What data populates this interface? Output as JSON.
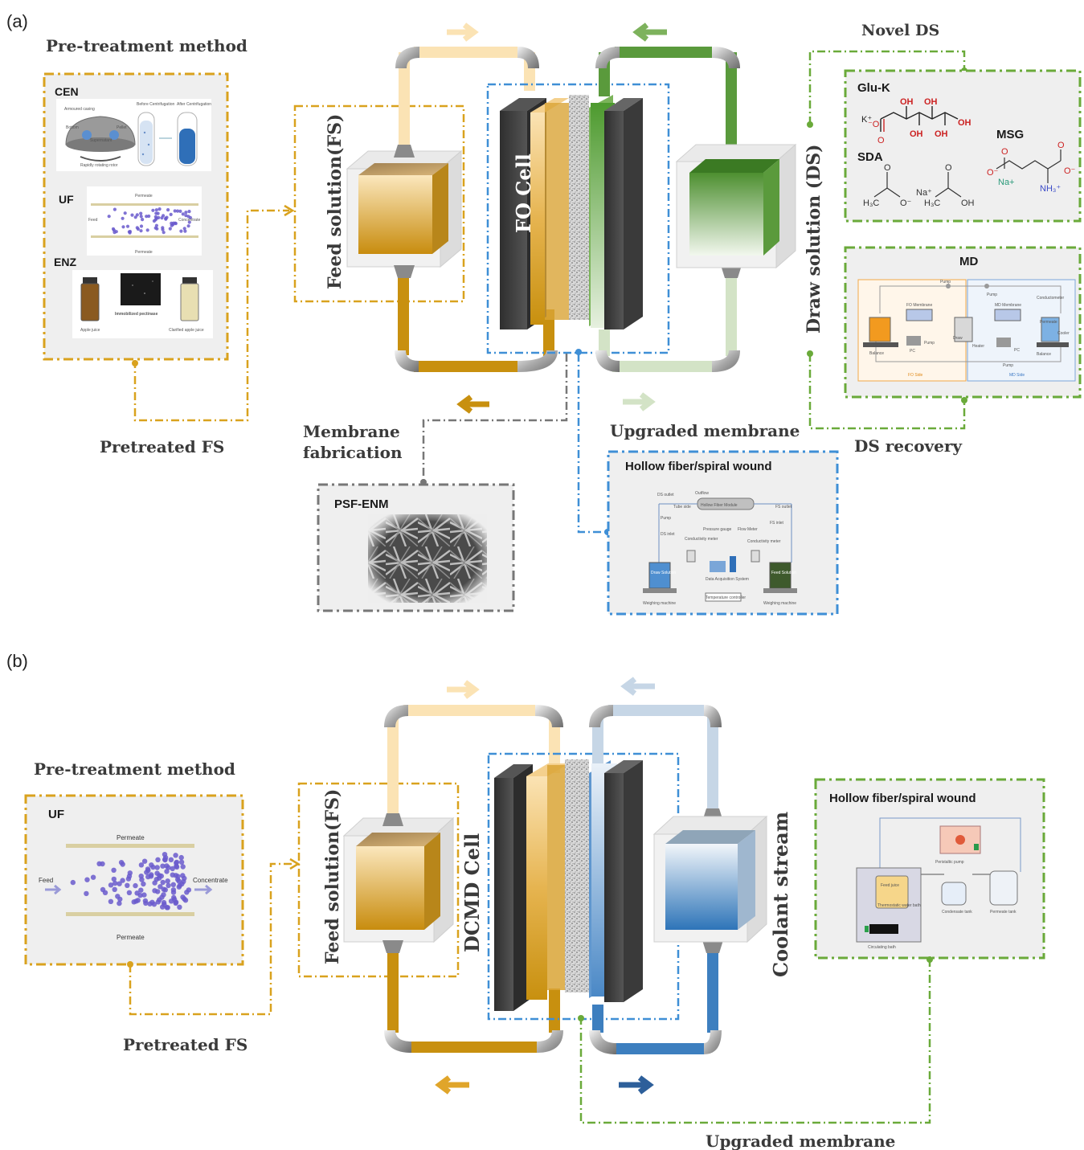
{
  "panel_a": {
    "label": "(a)",
    "pretreatment_title": "Pre-treatment method",
    "methods": {
      "cen": {
        "label": "CEN",
        "labels": [
          "Armoured casing",
          "Before Centrifugation",
          "After Centrifugation",
          "Bottom",
          "Supernatant",
          "Pellet",
          "Rapidly rotating rotor"
        ]
      },
      "uf": {
        "label": "UF",
        "permeate_top": "Permeate",
        "permeate_bottom": "Permeate",
        "feed": "Feed",
        "concentrate": "Concentrate"
      },
      "enz": {
        "label": "ENZ",
        "immobilized": "Immobilized pectinase",
        "apple_juice": "Apple juice",
        "clarified": "Clarified apple juice"
      }
    },
    "pretreated_label": "Pretreated  FS",
    "feed_solution": "Feed solution(FS)",
    "cell_label": "FO Cell",
    "membrane_fabrication": [
      "Membrane",
      "fabrication"
    ],
    "psf_enm": {
      "label": "PSF-ENM"
    },
    "upgraded_membrane": "Upgraded membrane",
    "hollow_fiber": {
      "title": "Hollow fiber/spiral wound",
      "labels": [
        "DS outlet",
        "Outflow",
        "Tube side",
        "Hollow Fiber Module",
        "FS outlet",
        "Pump",
        "DS inlet",
        "Pressure gauge",
        "Flow Meter",
        "FS inlet",
        "Conductivity meter",
        "Conductivity meter",
        "Data Acquisition System",
        "Draw Solution",
        "Feed Solution",
        "Weighing machine",
        "Temperature controller",
        "Weighing machine"
      ]
    },
    "draw_solution": "Draw solution (DS)",
    "novel_ds": {
      "title": "Novel DS",
      "glu_k": "Glu-K",
      "msg": "MSG",
      "sda": "SDA"
    },
    "md": {
      "title": "MD",
      "labels": [
        "Pump",
        "Pump",
        "Conductometer",
        "FO Membrane",
        "MD Membrane",
        "Feed",
        "Balance",
        "PC",
        "Draw",
        "Heater",
        "PC",
        "Cooler",
        "Permeate",
        "Balance",
        "Pump",
        "Pump",
        "FO Side",
        "MD Side"
      ]
    },
    "ds_recovery": "DS recovery"
  },
  "panel_b": {
    "label": "(b)",
    "pretreatment_title": "Pre-treatment method",
    "uf": {
      "label": "UF",
      "permeate_top": "Permeate",
      "permeate_bottom": "Permeate",
      "feed": "Feed",
      "concentrate": "Concentrate"
    },
    "pretreated_label": "Pretreated  FS",
    "feed_solution": "Feed solution(FS)",
    "cell_label": "DCMD Cell",
    "coolant_stream": "Coolant stream",
    "hollow_fiber": {
      "title": "Hollow fiber/spiral wound",
      "labels": [
        "Peristaltic pump",
        "Feed juice",
        "Condensate tank",
        "Permeate tank",
        "Thermostatic water bath",
        "Circulating bath"
      ]
    },
    "upgraded_membrane": "Upgraded membrane"
  },
  "colors": {
    "feed_dark": "#c8900f",
    "feed_light": "#fbe3b4",
    "draw_green": "#5a9a3c",
    "draw_light": "#d3e3c6",
    "coolant_blue": "#3d7fbf",
    "coolant_light": "#c6d6e6",
    "orange_dash": "#d9a21e",
    "blue_dash": "#3f8fd6",
    "green_dash": "#6aaa3a",
    "gray_dash": "#777777",
    "plate_dark": "#3d3d3d"
  }
}
